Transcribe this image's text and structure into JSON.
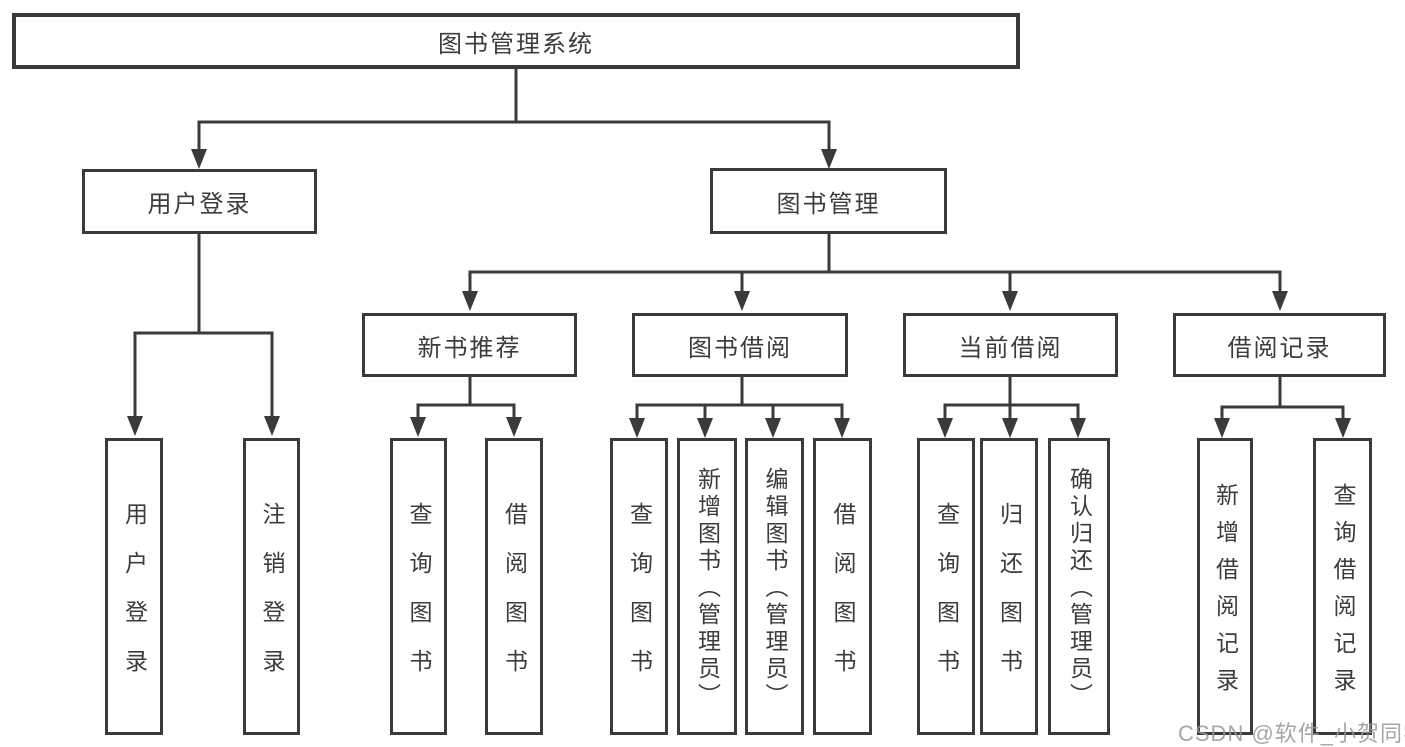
{
  "tree": {
    "root": "图书管理系统",
    "branches": [
      {
        "label": "用户登录",
        "children": [
          "用户登录",
          "注销登录"
        ]
      },
      {
        "label": "图书管理",
        "sections": [
          {
            "label": "新书推荐",
            "children": [
              "查询图书",
              "借阅图书"
            ]
          },
          {
            "label": "图书借阅",
            "children": [
              "查询图书",
              "新增图书（管理员）",
              "编辑图书（管理员）",
              "借阅图书"
            ]
          },
          {
            "label": "当前借阅",
            "children": [
              "查询图书",
              "归还图书",
              "确认归还（管理员）"
            ]
          },
          {
            "label": "借阅记录",
            "children": [
              "新增借阅记录",
              "查询借阅记录"
            ]
          }
        ]
      }
    ]
  },
  "watermark": "CSDN @软件_小贺同学",
  "colors": {
    "line": "#3a3a3a",
    "text": "#3c3c3c",
    "background": "#ffffff",
    "watermark": "#969696"
  }
}
